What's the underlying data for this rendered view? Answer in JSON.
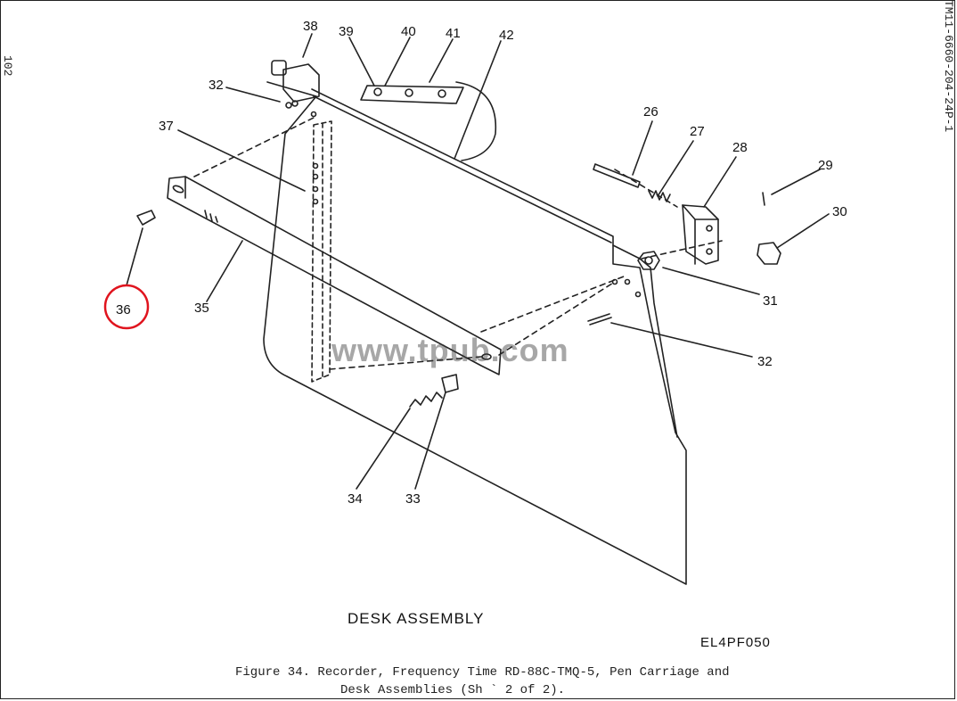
{
  "page_number": "102",
  "doc_id": "TM11-6660-204-24P-1",
  "watermark": "www.tpub.com",
  "drawing_title": "DESK ASSEMBLY",
  "drawing_code": "EL4PF050",
  "caption_line1": "Figure 34.  Recorder, Frequency Time RD-88C-TMQ-5, Pen Carriage and",
  "caption_line2": "Desk Assemblies (Sh  ` 2 of 2).",
  "highlight_color": "#e0141e",
  "callouts": {
    "c38": "38",
    "c39": "39",
    "c40": "40",
    "c41": "41",
    "c42": "42",
    "c32a": "32",
    "c37": "37",
    "c26": "26",
    "c27": "27",
    "c28": "28",
    "c29": "29",
    "c30": "30",
    "c31": "31",
    "c32b": "32",
    "c36": "36",
    "c35": "35",
    "c34": "34",
    "c33": "33"
  }
}
